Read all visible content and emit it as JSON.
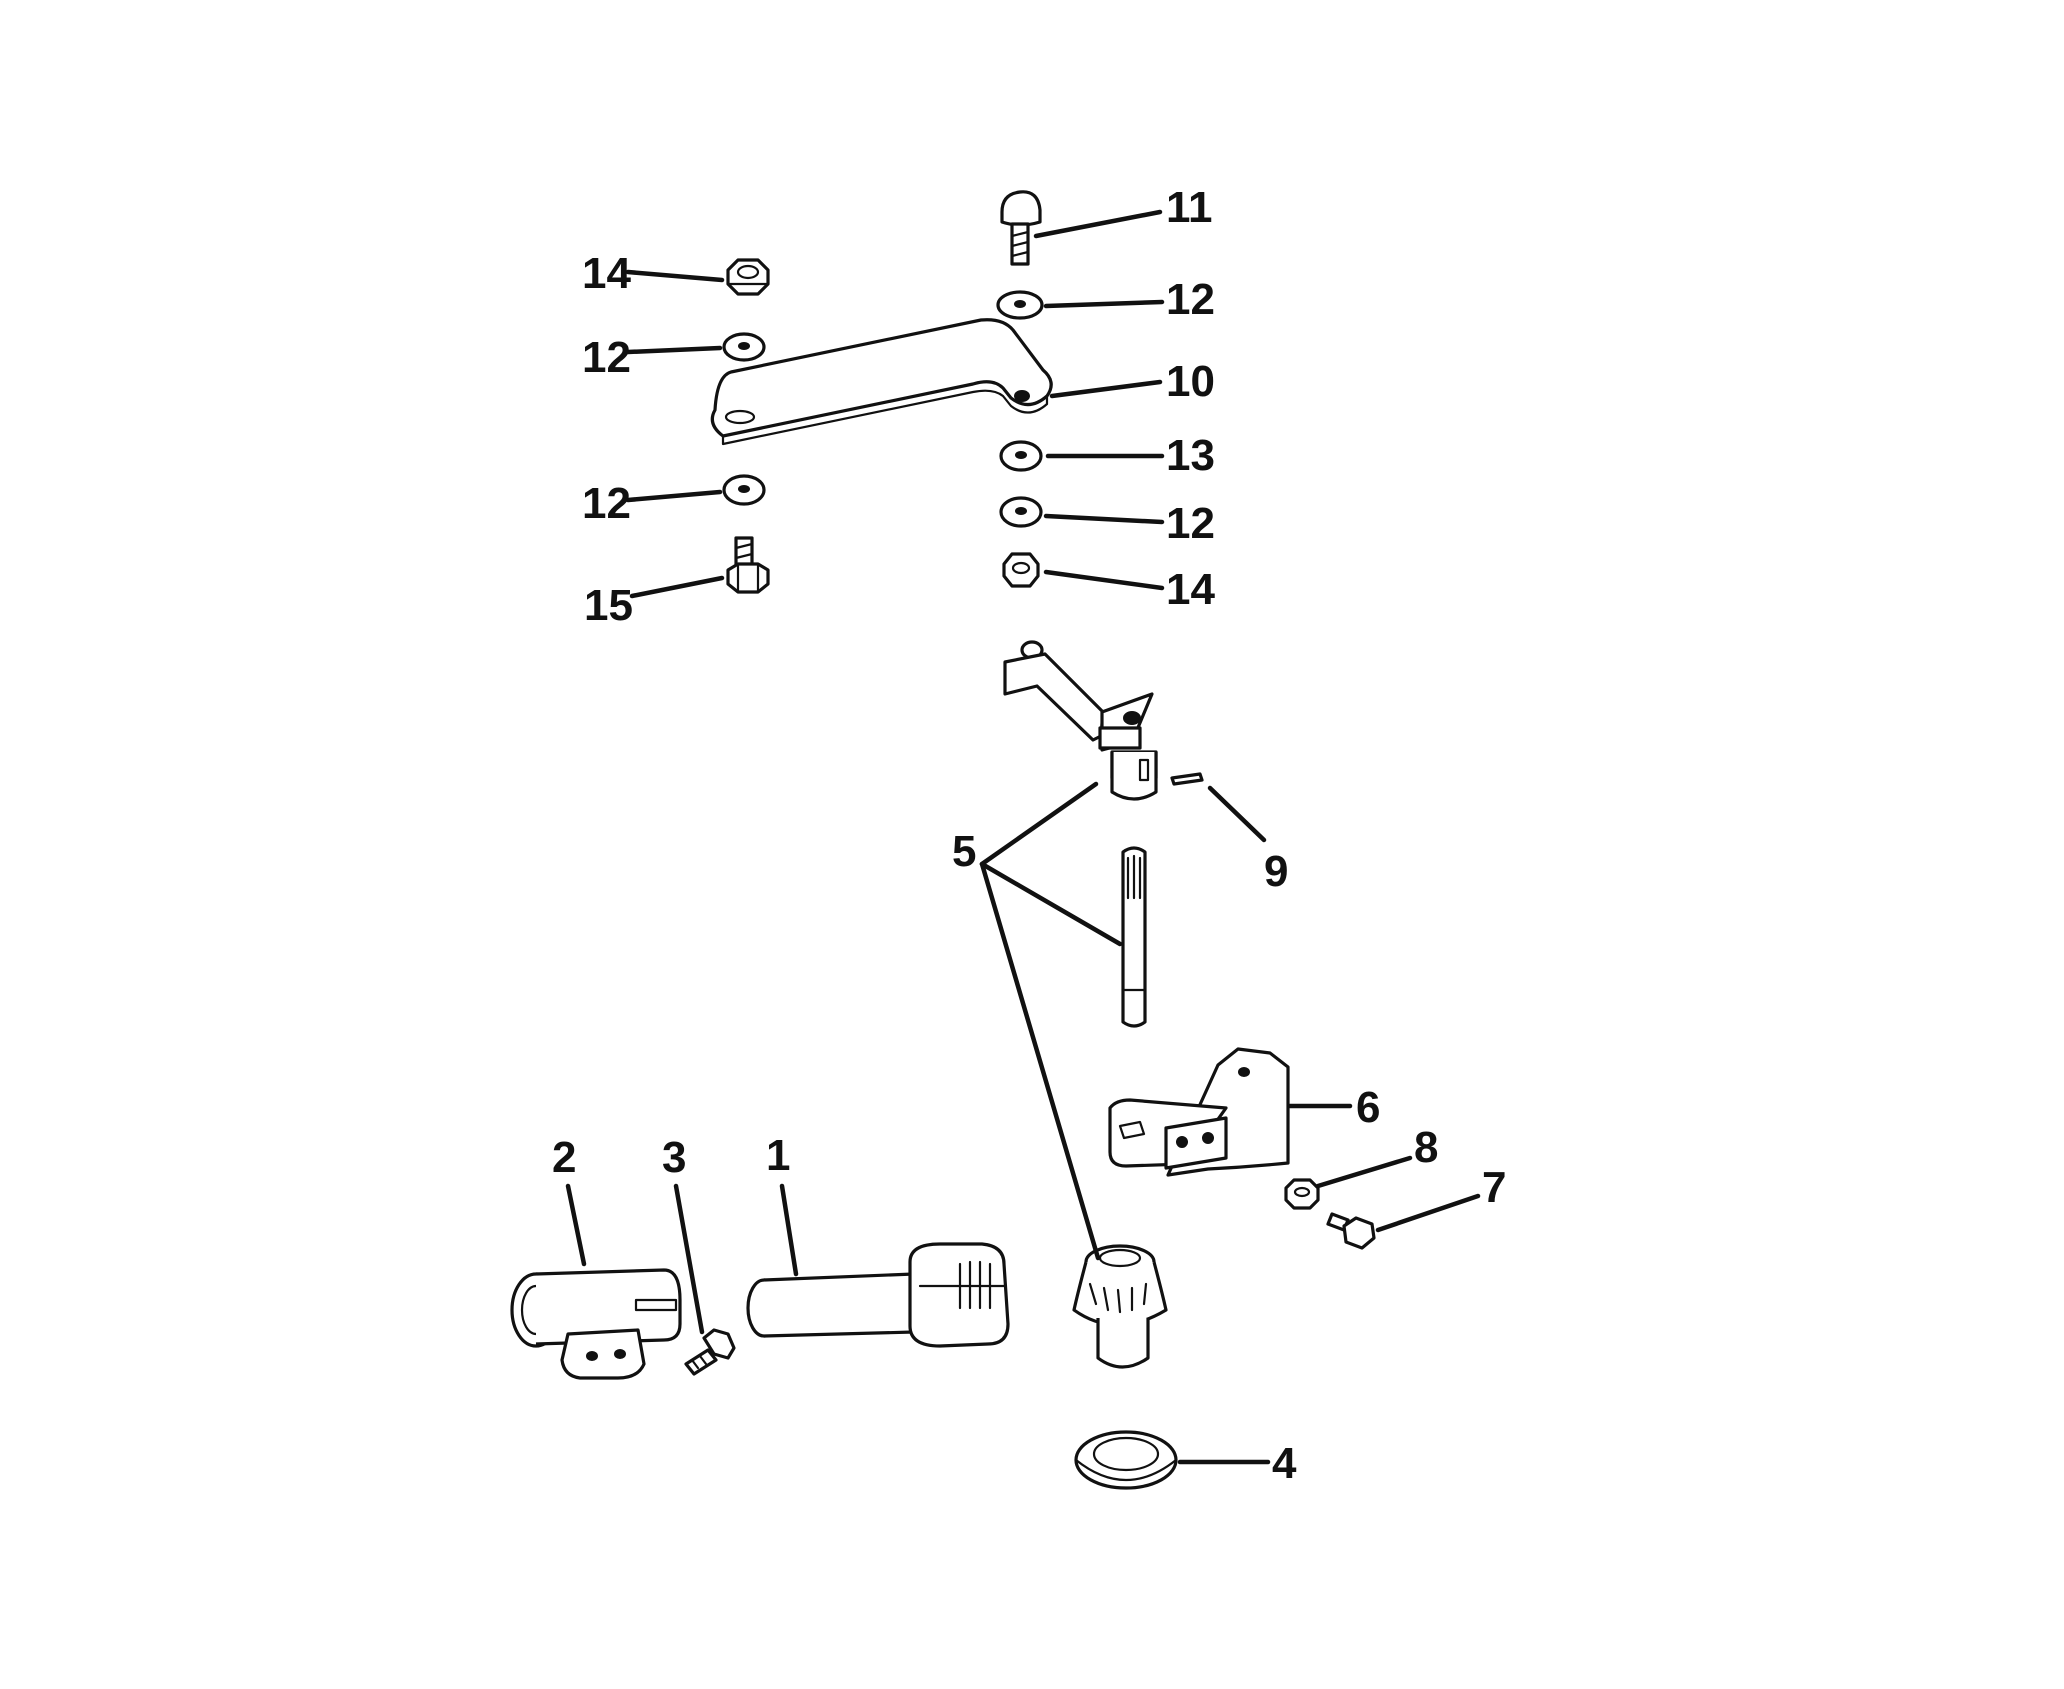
{
  "diagram": {
    "callouts": [
      {
        "id": "c11a",
        "label": "11"
      },
      {
        "id": "c12a",
        "label": "12"
      },
      {
        "id": "c14a",
        "label": "14"
      },
      {
        "id": "c12b",
        "label": "12"
      },
      {
        "id": "c10",
        "label": "10"
      },
      {
        "id": "c13",
        "label": "13"
      },
      {
        "id": "c12c",
        "label": "12"
      },
      {
        "id": "c12d",
        "label": "12"
      },
      {
        "id": "c14b",
        "label": "14"
      },
      {
        "id": "c15",
        "label": "15"
      },
      {
        "id": "c5",
        "label": "5"
      },
      {
        "id": "c9",
        "label": "9"
      },
      {
        "id": "c6",
        "label": "6"
      },
      {
        "id": "c8",
        "label": "8"
      },
      {
        "id": "c7",
        "label": "7"
      },
      {
        "id": "c2",
        "label": "2"
      },
      {
        "id": "c3",
        "label": "3"
      },
      {
        "id": "c1",
        "label": "1"
      },
      {
        "id": "c4",
        "label": "4"
      }
    ],
    "colors": {
      "ink": "#111111",
      "paper": "#ffffff"
    }
  }
}
